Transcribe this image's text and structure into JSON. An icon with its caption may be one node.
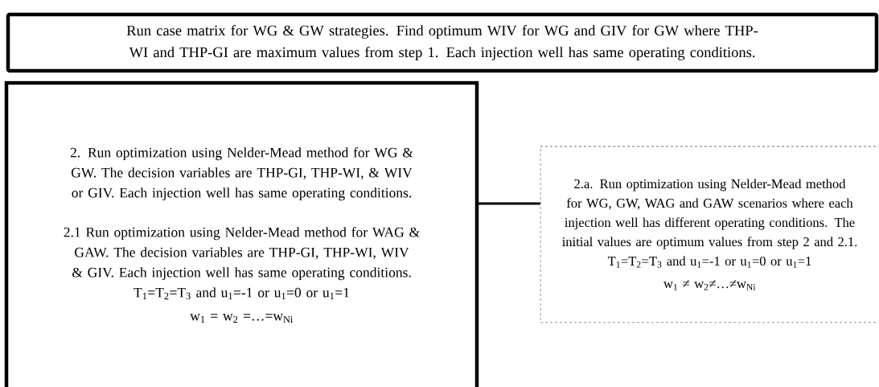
{
  "diagram": {
    "nodes": [
      {
        "text": [
          "Run case matrix for WG & GW strategies. Find optimum WIV for WG and GIV for GW where THP-WI and THP-GI are maximum values from step 1. Each injection well has same operating conditions."
        ]
      },
      {
        "text": [
          "2. Run optimization using Nelder-Mead method for WG & GW. The decision variables are THP-GI, THP-WI, & WIV or GIV. Each injection well has same operating conditions.",
          "2.1 Run optimization using Nelder-Mead method for WAG & GAW. The decision variables are THP-GI, THP-WI, WIV & GIV. Each injection well has same operating conditions.",
          "T$_{1}$=T$_{2}$=T$_{3}$ and u$_{1}$=-1 or u$_{1}$=0 or u$_{1}$=1",
          "w$_{1}$ = w$_{2}$ =…=w$_{Ni}$"
        ]
      },
      {
        "text": [
          "2.a. Run optimization using Nelder-Mead method for WG, GW, WAG and GAW scenarios where each injection well has different operating conditions. The initial values are optimum values from step 2 and 2.1.",
          "T$_{1}$=T$_{2}$=T$_{3}$ and u$_{1}$=-1 or u$_{1}$=0 or u$_{1}$=1",
          "w$_{1}$ ≠ w$_{2}$≠…≠w$_{Ni}$"
        ]
      }
    ],
    "edges": [
      {
        "from": 1,
        "to": 2,
        "arrow": "none"
      }
    ]
  }
}
